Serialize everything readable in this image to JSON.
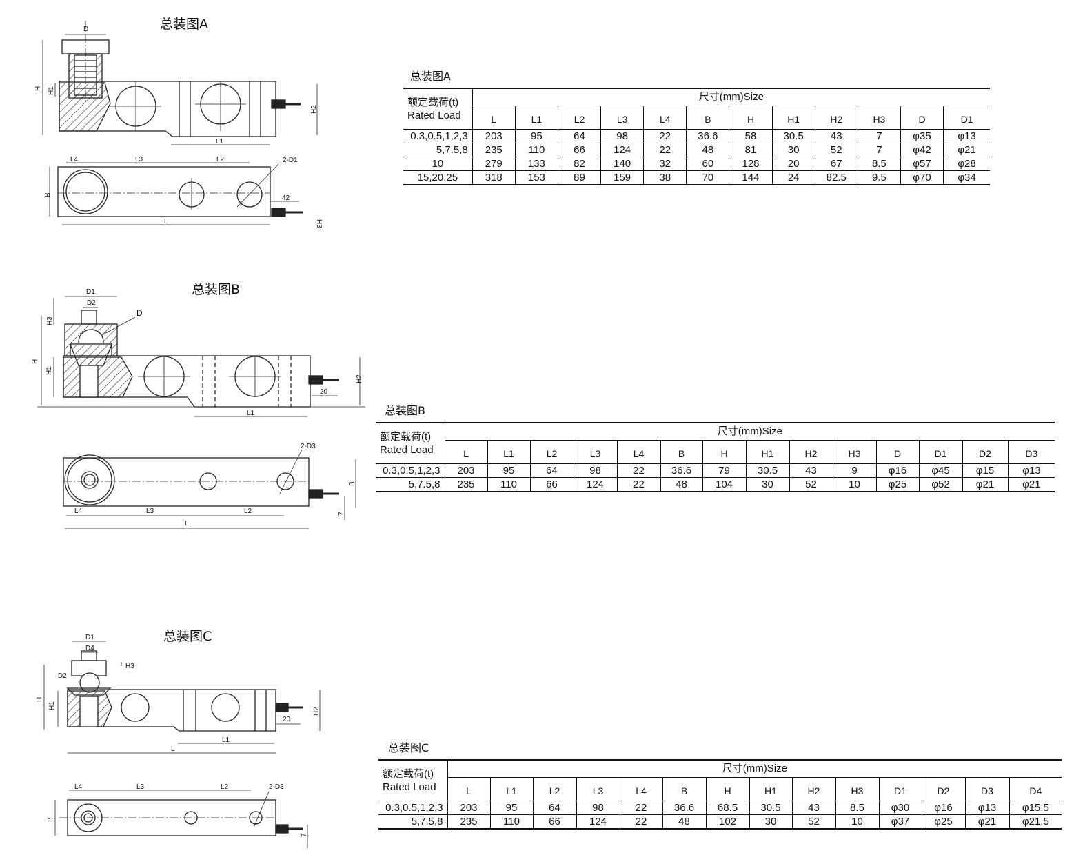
{
  "sections": [
    {
      "drawing_title": "总装图A",
      "table_title": "总装图A",
      "load_label_cn": "额定载荷(t)",
      "load_label_en": "Rated Load",
      "size_header": "尺寸(mm)Size",
      "columns": [
        "L",
        "L1",
        "L2",
        "L3",
        "L4",
        "B",
        "H",
        "H1",
        "H2",
        "H3",
        "D",
        "D1"
      ],
      "rows": [
        [
          "0.3,0.5,1,2,3",
          "203",
          "95",
          "64",
          "98",
          "22",
          "36.6",
          "58",
          "30.5",
          "43",
          "7",
          "φ35",
          "φ13"
        ],
        [
          "5,7.5,8",
          "235",
          "110",
          "66",
          "124",
          "22",
          "48",
          "81",
          "30",
          "52",
          "7",
          "φ42",
          "φ21"
        ],
        [
          "10",
          "279",
          "133",
          "82",
          "140",
          "32",
          "60",
          "128",
          "20",
          "67",
          "8.5",
          "φ57",
          "φ28"
        ],
        [
          "15,20,25",
          "318",
          "153",
          "89",
          "159",
          "38",
          "70",
          "144",
          "24",
          "82.5",
          "9.5",
          "φ70",
          "φ34"
        ]
      ],
      "labels": {
        "D": "D",
        "H": "H",
        "H1": "H1",
        "H2": "H2",
        "L1": "L1",
        "L4": "L4",
        "L3": "L3",
        "L2": "L2",
        "D1": "2-D1",
        "B": "B",
        "n42": "42",
        "H3": "H3",
        "L": "L"
      }
    },
    {
      "drawing_title": "总装图B",
      "table_title": "总装图B",
      "load_label_cn": "额定载荷(t)",
      "load_label_en": "Rated Load",
      "size_header": "尺寸(mm)Size",
      "columns": [
        "L",
        "L1",
        "L2",
        "L3",
        "L4",
        "B",
        "H",
        "H1",
        "H2",
        "H3",
        "D",
        "D1",
        "D2",
        "D3"
      ],
      "rows": [
        [
          "0.3,0.5,1,2,3",
          "203",
          "95",
          "64",
          "98",
          "22",
          "36.6",
          "79",
          "30.5",
          "43",
          "9",
          "φ16",
          "φ45",
          "φ15",
          "φ13"
        ],
        [
          "5,7.5,8",
          "235",
          "110",
          "66",
          "124",
          "22",
          "48",
          "104",
          "30",
          "52",
          "10",
          "φ25",
          "φ52",
          "φ21",
          "φ21"
        ]
      ],
      "labels": {
        "D1": "D1",
        "D2": "D2",
        "D": "D",
        "H3": "H3",
        "H": "H",
        "H1": "H1",
        "H2": "H2",
        "n20": "20",
        "L1": "L1",
        "D3": "2-D3",
        "B": "B",
        "L4": "L4",
        "L3": "L3",
        "L2": "L2",
        "n7": "7",
        "L": "L"
      }
    },
    {
      "drawing_title": "总装图C",
      "table_title": "总装图C",
      "load_label_cn": "额定载荷(t)",
      "load_label_en": "Rated Load",
      "size_header": "尺寸(mm)Size",
      "columns": [
        "L",
        "L1",
        "L2",
        "L3",
        "L4",
        "B",
        "H",
        "H1",
        "H2",
        "H3",
        "D1",
        "D2",
        "D3",
        "D4"
      ],
      "rows": [
        [
          "0.3,0.5,1,2,3",
          "203",
          "95",
          "64",
          "98",
          "22",
          "36.6",
          "68.5",
          "30.5",
          "43",
          "8.5",
          "φ30",
          "φ16",
          "φ13",
          "φ15.5"
        ],
        [
          "5,7.5,8",
          "235",
          "110",
          "66",
          "124",
          "22",
          "48",
          "102",
          "30",
          "52",
          "10",
          "φ37",
          "φ25",
          "φ21",
          "φ21.5"
        ]
      ],
      "labels": {
        "D1": "D1",
        "D4": "D4",
        "H3": "H3",
        "D2": "D2",
        "H": "H",
        "H1": "H1",
        "H2": "H2",
        "n20": "20",
        "L1": "L1",
        "L": "L",
        "L4": "L4",
        "L3": "L3",
        "L2": "L2",
        "D3": "2-D3",
        "B": "B",
        "n7": "7"
      }
    }
  ]
}
